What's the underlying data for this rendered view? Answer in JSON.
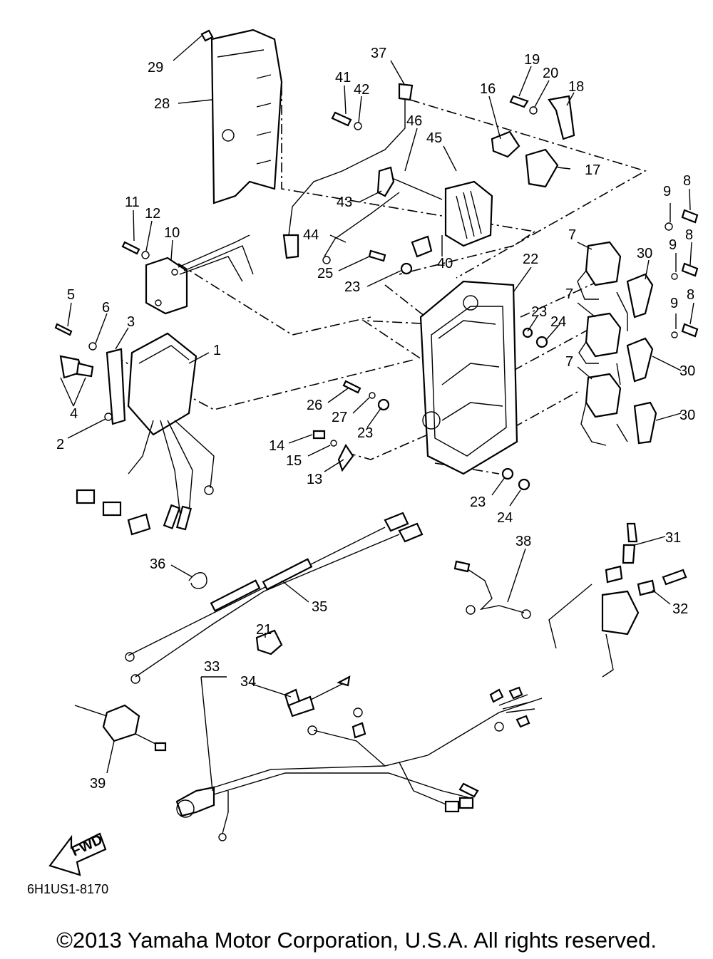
{
  "diagram": {
    "callouts": [
      {
        "id": "c29",
        "text": "29"
      },
      {
        "id": "c28",
        "text": "28"
      },
      {
        "id": "c37",
        "text": "37"
      },
      {
        "id": "c41",
        "text": "41"
      },
      {
        "id": "c42",
        "text": "42"
      },
      {
        "id": "c16",
        "text": "16"
      },
      {
        "id": "c19",
        "text": "19"
      },
      {
        "id": "c20",
        "text": "20"
      },
      {
        "id": "c18",
        "text": "18"
      },
      {
        "id": "c46",
        "text": "46"
      },
      {
        "id": "c45",
        "text": "45"
      },
      {
        "id": "c17",
        "text": "17"
      },
      {
        "id": "c43",
        "text": "43"
      },
      {
        "id": "c9a",
        "text": "9"
      },
      {
        "id": "c8a",
        "text": "8"
      },
      {
        "id": "c11",
        "text": "11"
      },
      {
        "id": "c12",
        "text": "12"
      },
      {
        "id": "c10",
        "text": "10"
      },
      {
        "id": "c44",
        "text": "44"
      },
      {
        "id": "c40",
        "text": "40"
      },
      {
        "id": "c7a",
        "text": "7"
      },
      {
        "id": "c30a",
        "text": "30"
      },
      {
        "id": "c9b",
        "text": "9"
      },
      {
        "id": "c8b",
        "text": "8"
      },
      {
        "id": "c25",
        "text": "25"
      },
      {
        "id": "c22",
        "text": "22"
      },
      {
        "id": "c23a",
        "text": "23"
      },
      {
        "id": "c5",
        "text": "5"
      },
      {
        "id": "c6",
        "text": "6"
      },
      {
        "id": "c3",
        "text": "3"
      },
      {
        "id": "c23b",
        "text": "23"
      },
      {
        "id": "c24a",
        "text": "24"
      },
      {
        "id": "c7b",
        "text": "7"
      },
      {
        "id": "c9c",
        "text": "9"
      },
      {
        "id": "c8c",
        "text": "8"
      },
      {
        "id": "c1",
        "text": "1"
      },
      {
        "id": "c7c",
        "text": "7"
      },
      {
        "id": "c30b",
        "text": "30"
      },
      {
        "id": "c4",
        "text": "4"
      },
      {
        "id": "c26",
        "text": "26"
      },
      {
        "id": "c27",
        "text": "27"
      },
      {
        "id": "c23c",
        "text": "23"
      },
      {
        "id": "c30c",
        "text": "30"
      },
      {
        "id": "c2",
        "text": "2"
      },
      {
        "id": "c14",
        "text": "14"
      },
      {
        "id": "c15",
        "text": "15"
      },
      {
        "id": "c13",
        "text": "13"
      },
      {
        "id": "c23d",
        "text": "23"
      },
      {
        "id": "c24b",
        "text": "24"
      },
      {
        "id": "c31",
        "text": "31"
      },
      {
        "id": "c36",
        "text": "36"
      },
      {
        "id": "c38",
        "text": "38"
      },
      {
        "id": "c35",
        "text": "35"
      },
      {
        "id": "c32",
        "text": "32"
      },
      {
        "id": "c21",
        "text": "21"
      },
      {
        "id": "c33",
        "text": "33"
      },
      {
        "id": "c34",
        "text": "34"
      },
      {
        "id": "c39",
        "text": "39"
      }
    ],
    "fwd_label": "FWD",
    "drawing_code": "6H1US1-8170"
  },
  "footer": {
    "copyright": "©2013 Yamaha Motor Corporation, U.S.A. All rights reserved."
  }
}
